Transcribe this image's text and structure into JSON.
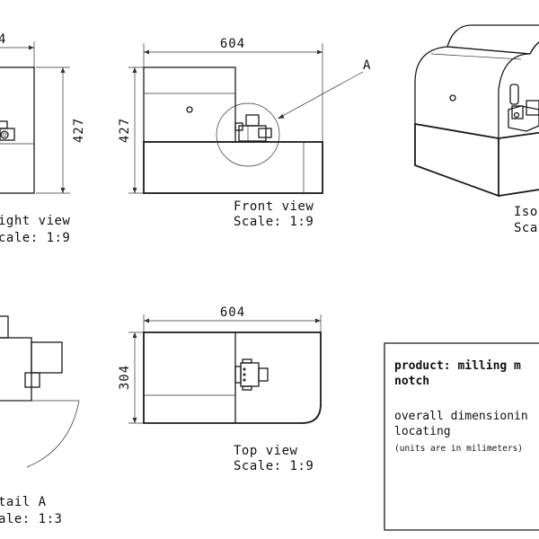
{
  "right_view": {
    "dim_width_partial": "4",
    "dim_height": "427",
    "caption_line1": "ight view",
    "caption_line2": "cale:  1:9"
  },
  "front_view": {
    "dim_width": "604",
    "dim_height": "427",
    "detail_callout": "A",
    "caption_line1": "Front view",
    "caption_line2": "Scale:  1:9"
  },
  "iso_view": {
    "caption_line1": "Iso",
    "caption_line2": "Sca"
  },
  "detail_view": {
    "caption_line1": "tail A",
    "caption_line2": "ale:  1:3"
  },
  "top_view": {
    "dim_width": "604",
    "dim_height": "304",
    "caption_line1": "Top view",
    "caption_line2": "Scale:  1:9"
  },
  "title_block": {
    "product_line1": "product: milling m",
    "product_line2": "notch",
    "desc_line1": "overall dimensionin",
    "desc_line2": "locating",
    "units_note": "(units are in milimeters)"
  }
}
